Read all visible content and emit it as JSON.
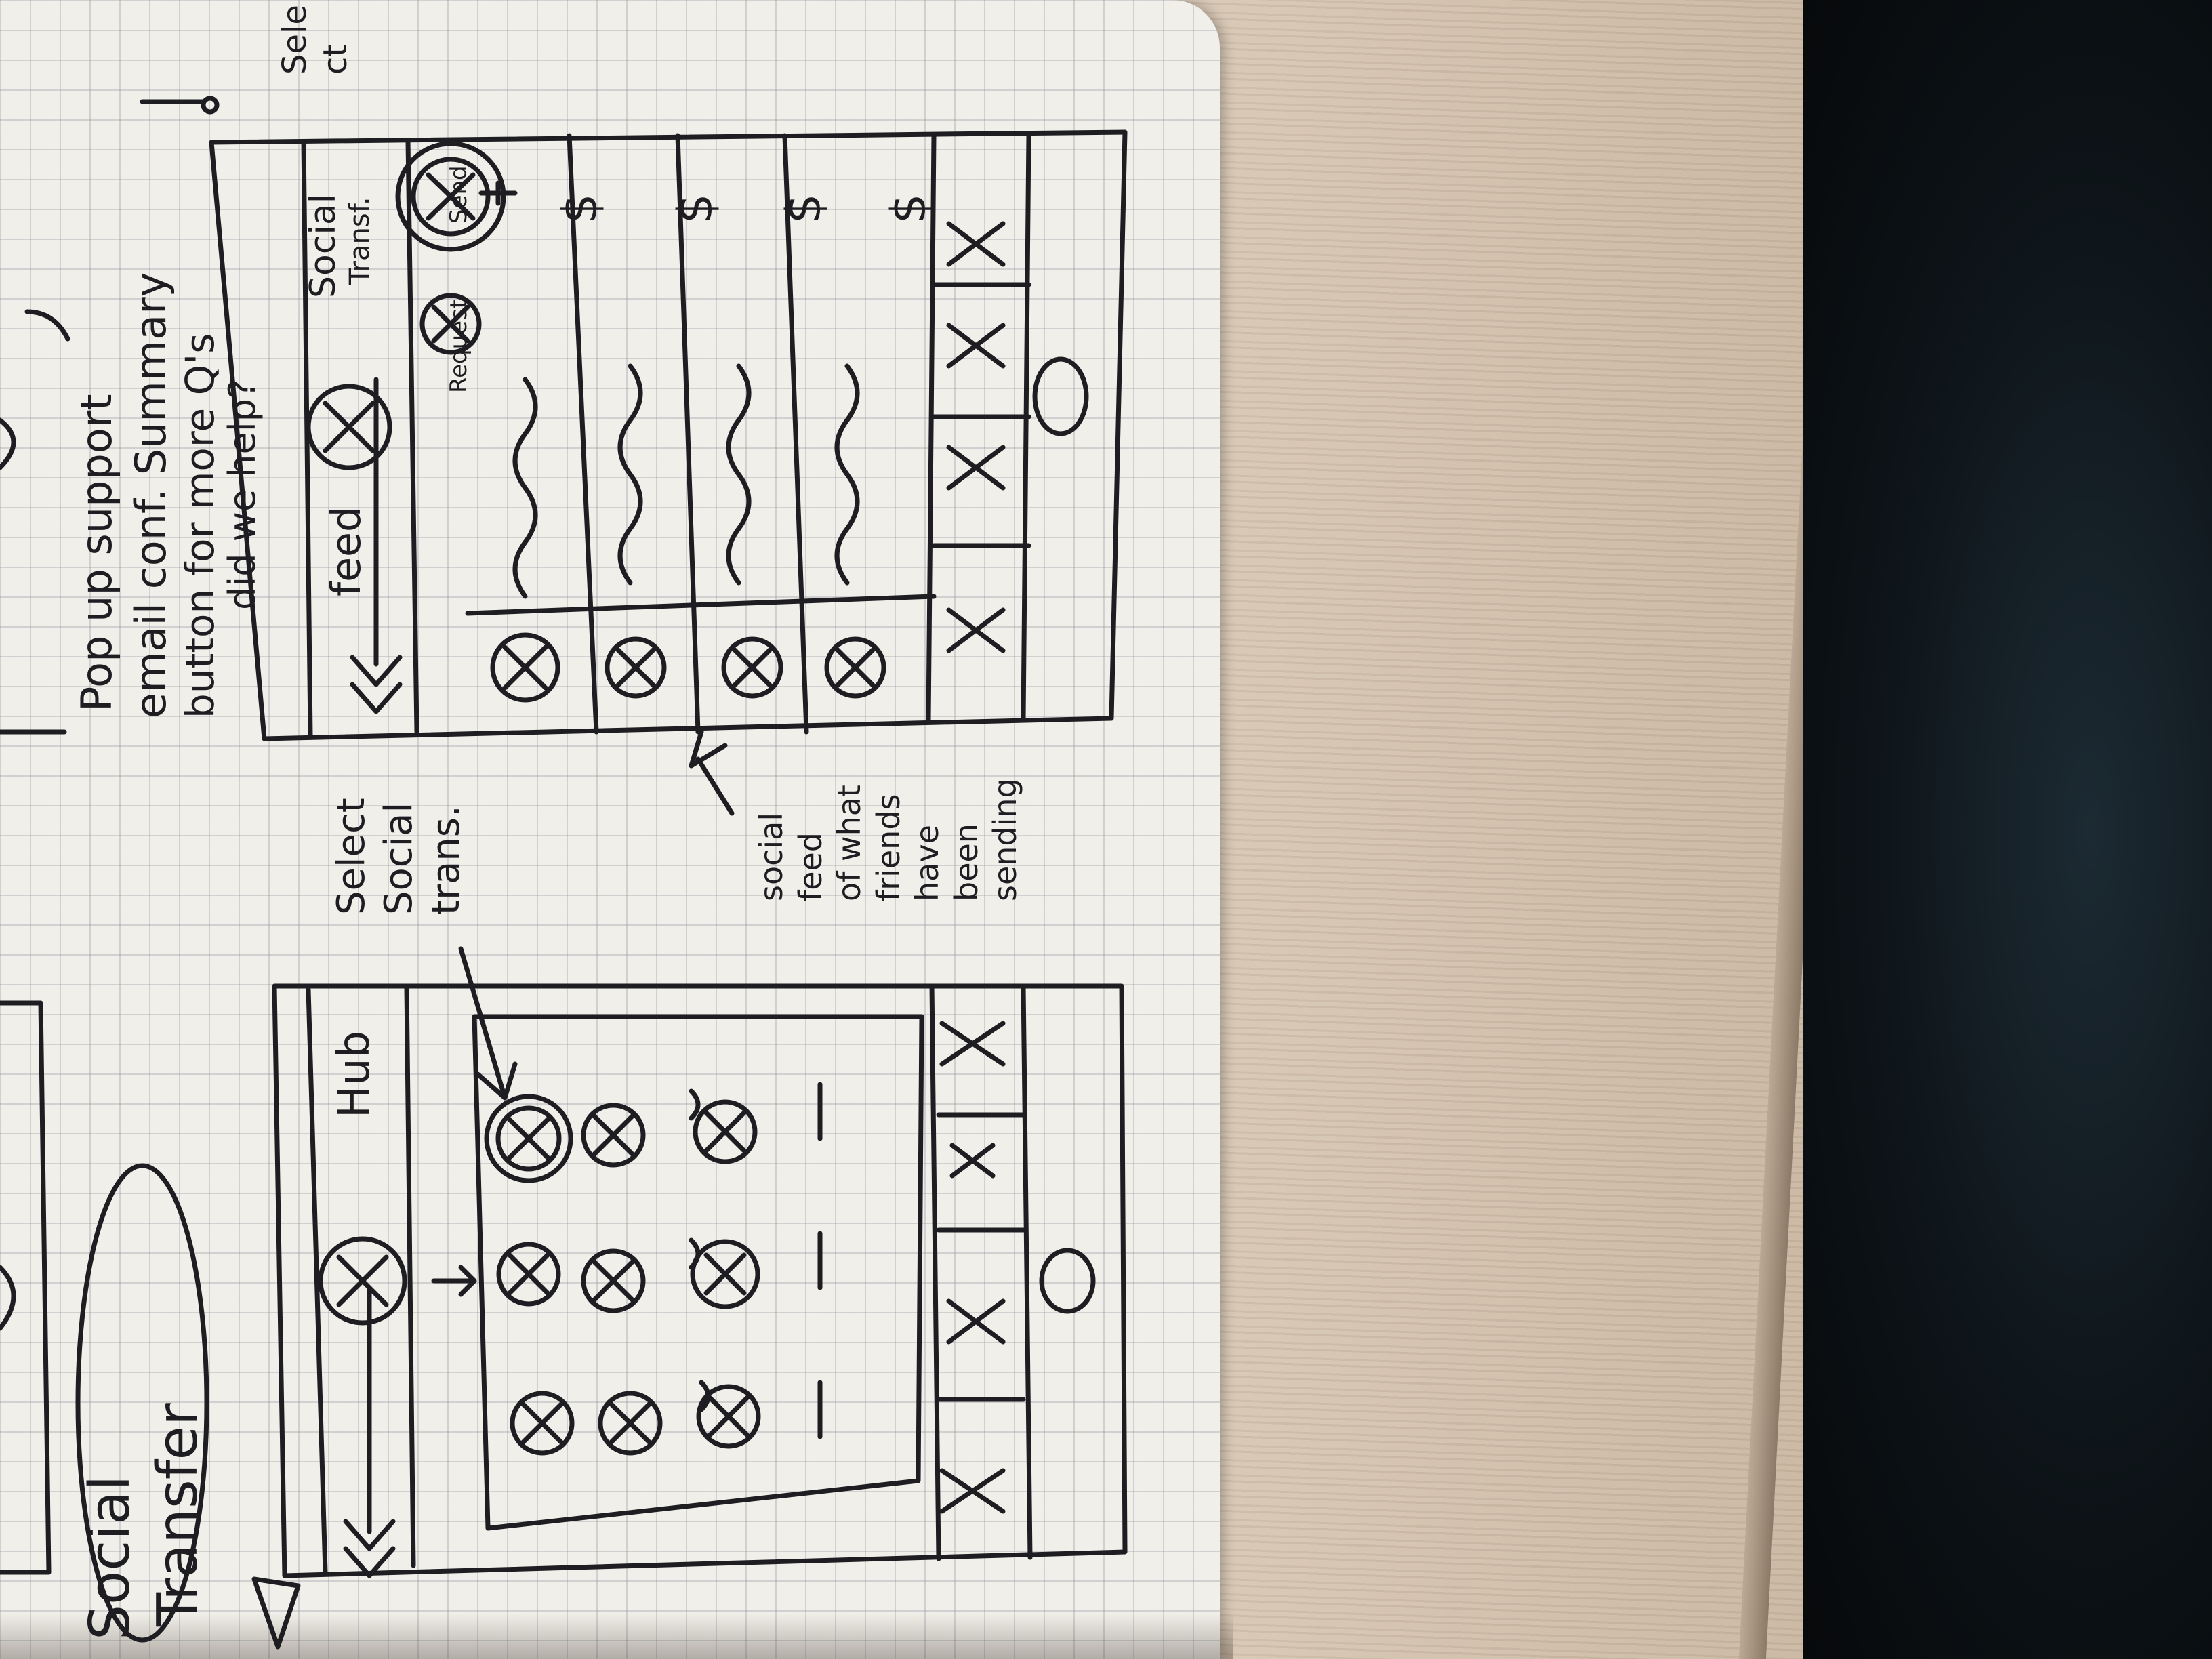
{
  "notes": {
    "popup_line1": "Pop up support",
    "popup_line2": "email conf. Summary",
    "popup_line3": "button for more Q's",
    "popup_line4": "did we help?",
    "social_transfer_line1": "Social",
    "social_transfer_line2": "Transfer",
    "select_top_line1": "Sele",
    "select_top_line2": "ct",
    "select_social_line1": "Select",
    "select_social_line2": "Social",
    "select_social_line3": "trans.",
    "social_feed_annotation": "social\nfeed\nof what\nfriends\nhave\nbeen\nsending"
  },
  "wireframe_feed": {
    "header_label": "feed",
    "tab_social": "Social",
    "tab_social_sub": "Transf.",
    "request_label": "Request",
    "send_label": "Send",
    "currency_symbol": "$",
    "tab_marker": "X"
  },
  "wireframe_hub": {
    "header_label": "Hub",
    "tab_marker": "X"
  }
}
